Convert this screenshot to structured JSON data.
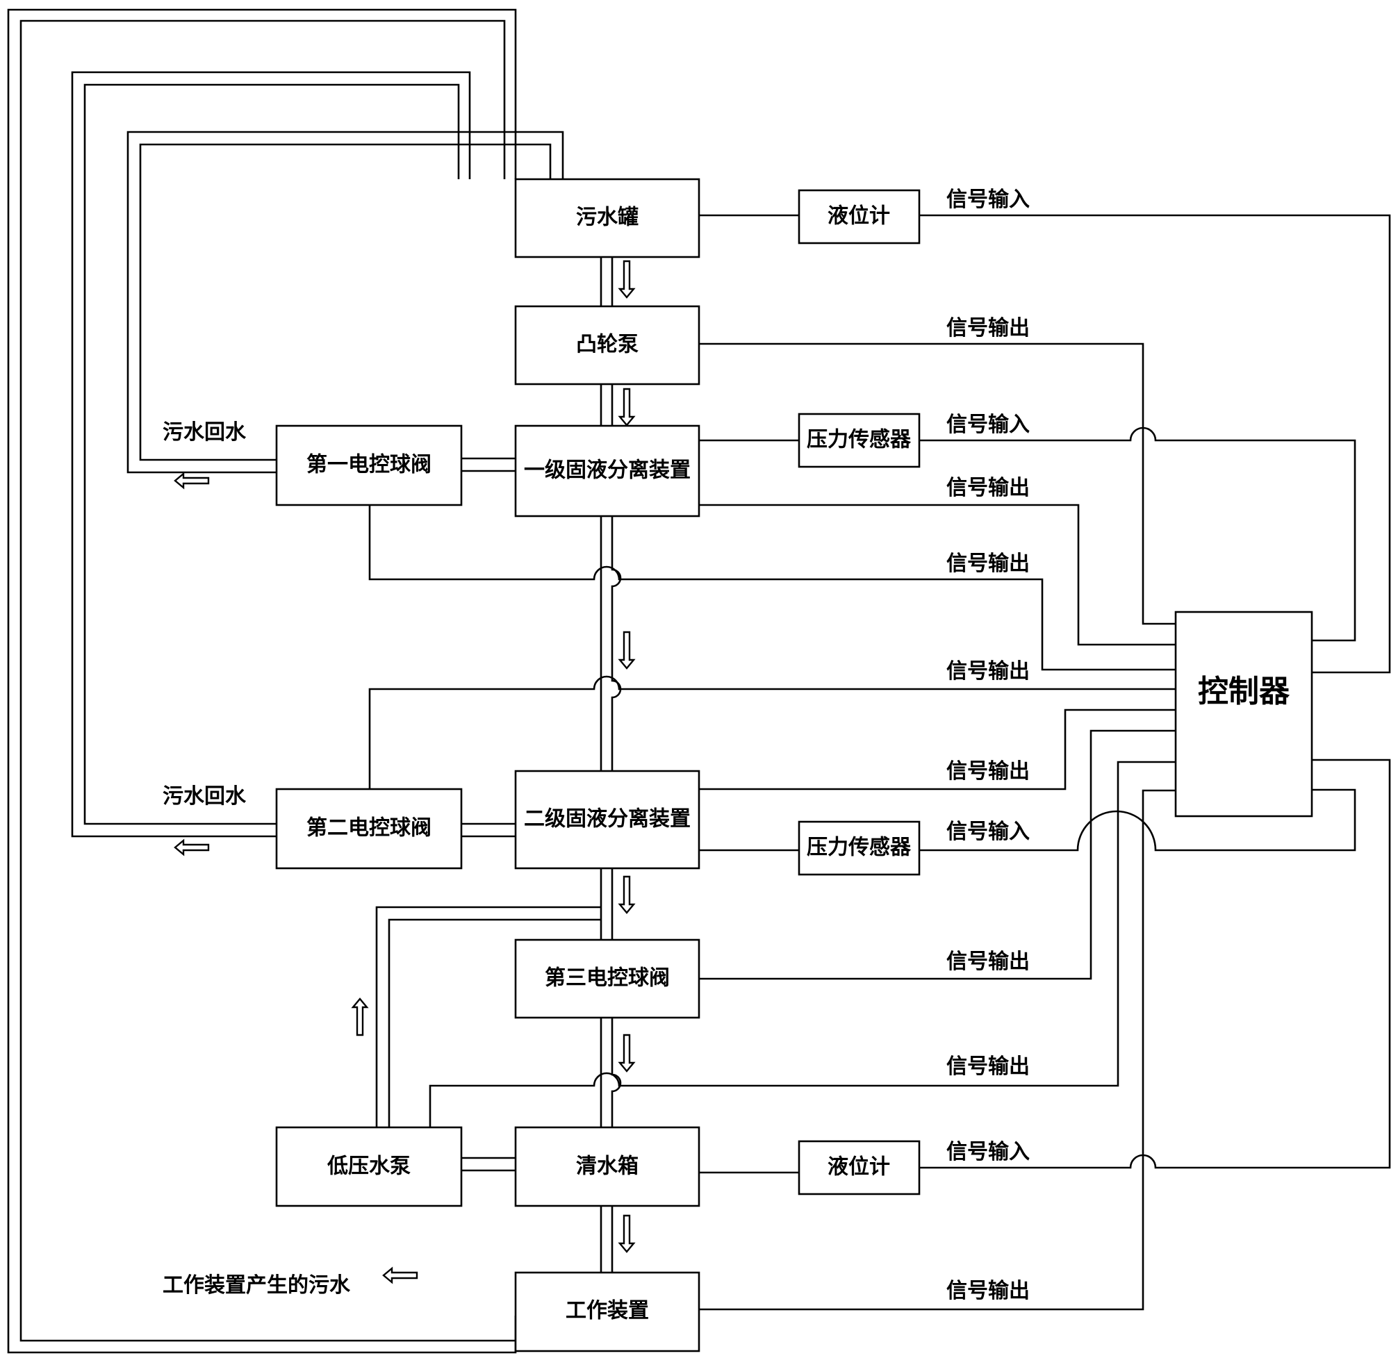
{
  "nodes": {
    "sewage_tank": "污水罐",
    "cam_pump": "凸轮泵",
    "separator_1": "一级固液分离装置",
    "separator_2": "二级固液分离装置",
    "valve_1": "第一电控球阀",
    "valve_2": "第二电控球阀",
    "valve_3": "第三电控球阀",
    "clean_tank": "清水箱",
    "low_pressure_pump": "低压水泵",
    "work_device": "工作装置",
    "level_gauge_top": "液位计",
    "level_gauge_bottom": "液位计",
    "pressure_sensor_1": "压力传感器",
    "pressure_sensor_2": "压力传感器",
    "controller": "控制器"
  },
  "labels": {
    "signal_input": "信号输入",
    "signal_output": "信号输出",
    "sewage_return": "污水回水",
    "work_sewage": "工作装置产生的污水"
  },
  "edges": [
    {
      "from": "污水罐",
      "to": "凸轮泵",
      "type": "flow"
    },
    {
      "from": "凸轮泵",
      "to": "一级固液分离装置",
      "type": "flow"
    },
    {
      "from": "一级固液分离装置",
      "to": "二级固液分离装置",
      "type": "flow"
    },
    {
      "from": "二级固液分离装置",
      "to": "第三电控球阀",
      "type": "flow"
    },
    {
      "from": "第三电控球阀",
      "to": "清水箱",
      "type": "flow"
    },
    {
      "from": "清水箱",
      "to": "工作装置",
      "type": "flow"
    },
    {
      "from": "一级固液分离装置",
      "to": "第一电控球阀",
      "type": "flow"
    },
    {
      "from": "第一电控球阀",
      "to": "污水罐",
      "type": "return",
      "label": "污水回水"
    },
    {
      "from": "二级固液分离装置",
      "to": "第二电控球阀",
      "type": "flow"
    },
    {
      "from": "第二电控球阀",
      "to": "污水罐",
      "type": "return",
      "label": "污水回水"
    },
    {
      "from": "清水箱",
      "to": "低压水泵",
      "type": "flow"
    },
    {
      "from": "低压水泵",
      "to": "二级固液分离装置",
      "type": "flow"
    },
    {
      "from": "工作装置",
      "to": "污水罐",
      "type": "return",
      "label": "工作装置产生的污水"
    },
    {
      "from": "液位计",
      "to": "控制器",
      "type": "signal",
      "label": "信号输入"
    },
    {
      "from": "控制器",
      "to": "凸轮泵",
      "type": "signal",
      "label": "信号输出"
    },
    {
      "from": "压力传感器",
      "to": "控制器",
      "type": "signal",
      "label": "信号输入"
    },
    {
      "from": "控制器",
      "to": "一级固液分离装置",
      "type": "signal",
      "label": "信号输出"
    },
    {
      "from": "控制器",
      "to": "第一电控球阀",
      "type": "signal",
      "label": "信号输出"
    },
    {
      "from": "控制器",
      "to": "第二电控球阀",
      "type": "signal",
      "label": "信号输出"
    },
    {
      "from": "控制器",
      "to": "二级固液分离装置",
      "type": "signal",
      "label": "信号输出"
    },
    {
      "from": "压力传感器",
      "to": "控制器",
      "type": "signal",
      "label": "信号输入"
    },
    {
      "from": "控制器",
      "to": "第三电控球阀",
      "type": "signal",
      "label": "信号输出"
    },
    {
      "from": "控制器",
      "to": "低压水泵",
      "type": "signal",
      "label": "信号输出"
    },
    {
      "from": "液位计",
      "to": "控制器",
      "type": "signal",
      "label": "信号输入"
    },
    {
      "from": "控制器",
      "to": "工作装置",
      "type": "signal",
      "label": "信号输出"
    }
  ]
}
